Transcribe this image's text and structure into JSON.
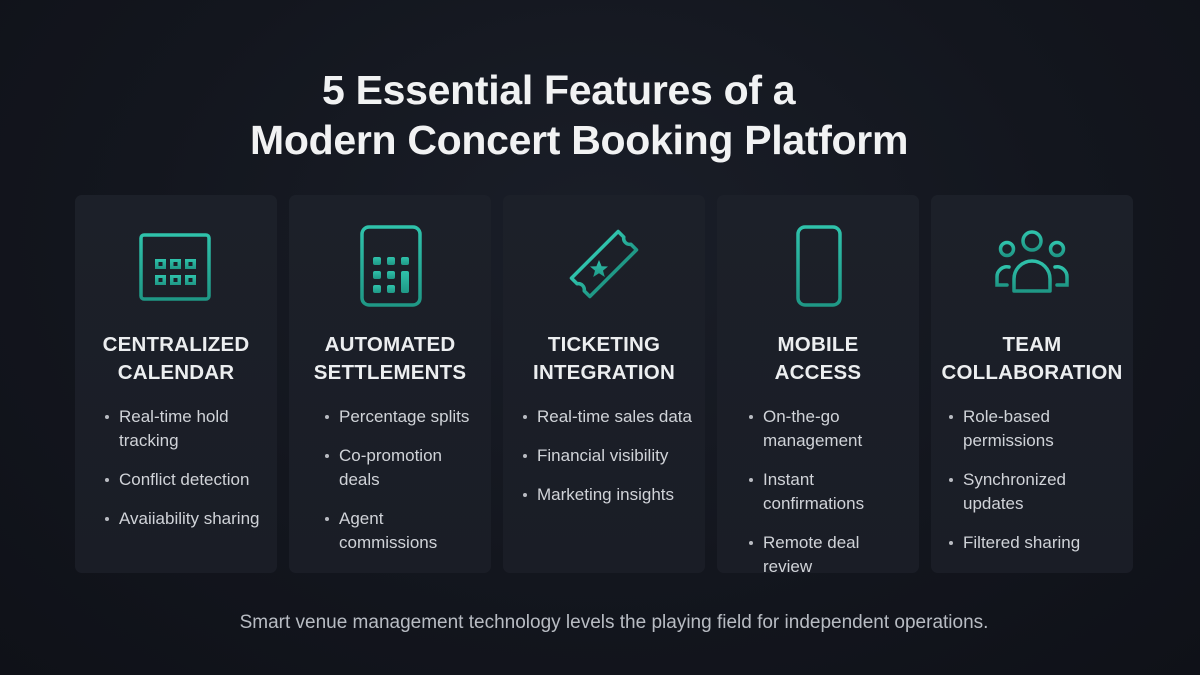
{
  "title": {
    "line1": "5 Essential Features of a",
    "line2": "Modern Concert Booking Platform"
  },
  "accent_color": "#2bb5a0",
  "features": [
    {
      "icon": "calendar-icon",
      "title_line1": "Centralized",
      "title_line2": "Calendar",
      "bullets": [
        "Real-time hold tracking",
        "Conflict detection",
        "Avaiiability sharing"
      ]
    },
    {
      "icon": "calculator-icon",
      "title_line1": "Automated",
      "title_line2": "Settlements",
      "bullets": [
        "Percentage splits",
        "Co-promotion deals",
        "Agent commissions"
      ]
    },
    {
      "icon": "ticket-icon",
      "title_line1": "Ticketing",
      "title_line2": "Integration",
      "bullets": [
        "Real-time sales data",
        "Financial visibility",
        "Marketing insights"
      ]
    },
    {
      "icon": "smartphone-icon",
      "title_line1": "Mobile",
      "title_line2": "Access",
      "bullets": [
        "On-the-go management",
        "Instant confirmations",
        "Remote deal review"
      ]
    },
    {
      "icon": "team-icon",
      "title_line1": "Team",
      "title_line2": "Collaboration",
      "bullets": [
        "Role-based permissions",
        "Synchronized updates",
        "Filtered sharing"
      ]
    }
  ],
  "footer": "Smart venue management technology levels the playing field for independent operations."
}
